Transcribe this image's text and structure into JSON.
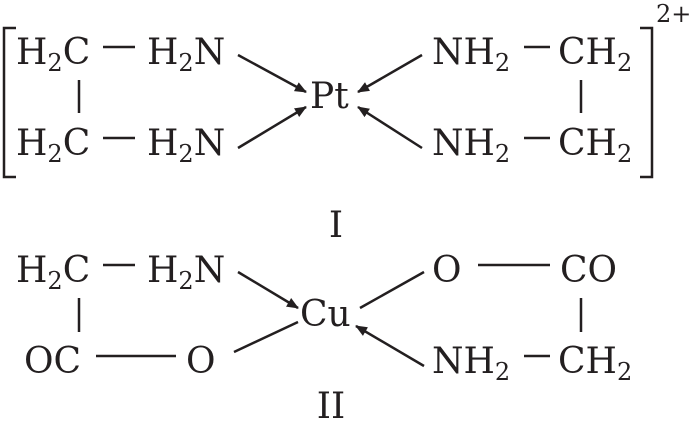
{
  "complex_1": {
    "label": "I",
    "charge": "2+",
    "metal": "Pt",
    "left_top_ch2": {
      "a": "H",
      "sub": "2",
      "b": "C"
    },
    "left_top_nh2": {
      "a": "H",
      "sub": "2",
      "b": "N"
    },
    "left_bot_ch2": {
      "a": "H",
      "sub": "2",
      "b": "C"
    },
    "left_bot_nh2": {
      "a": "H",
      "sub": "2",
      "b": "N"
    },
    "right_top_nh2": {
      "a": "NH",
      "sub": "2"
    },
    "right_top_ch2": {
      "a": "CH",
      "sub": "2"
    },
    "right_bot_nh2": {
      "a": "NH",
      "sub": "2"
    },
    "right_bot_ch2": {
      "a": "CH",
      "sub": "2"
    }
  },
  "complex_2": {
    "label": "II",
    "metal": "Cu",
    "left_top_ch2": {
      "a": "H",
      "sub": "2",
      "b": "C"
    },
    "left_top_nh2": {
      "a": "H",
      "sub": "2",
      "b": "N"
    },
    "left_bot_co": "OC",
    "left_bot_o": "O",
    "right_top_o": "O",
    "right_top_co": "CO",
    "right_bot_nh2": {
      "a": "NH",
      "sub": "2"
    },
    "right_bot_ch2": {
      "a": "CH",
      "sub": "2"
    }
  }
}
